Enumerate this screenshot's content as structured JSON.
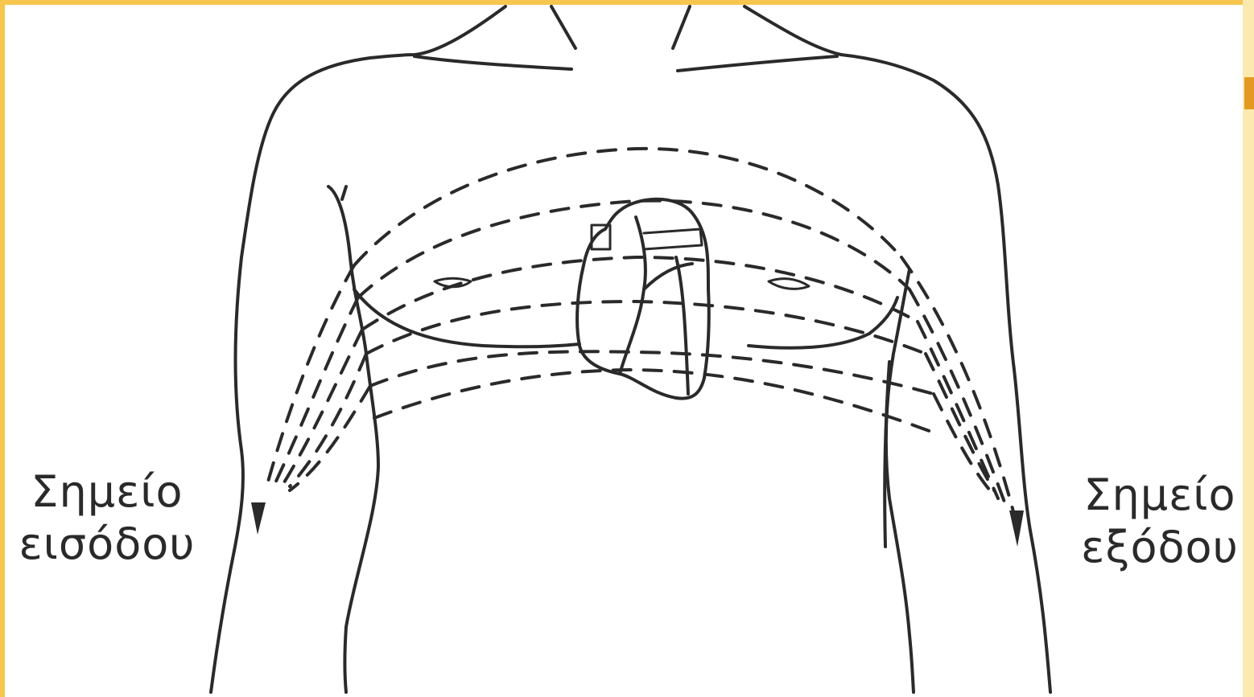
{
  "labels": {
    "entry": {
      "line1": "Σημείο",
      "line2": "εισόδου"
    },
    "exit": {
      "line1": "Σημείο",
      "line2": "εξόδου"
    }
  },
  "icons": [
    "human-torso-outline-icon",
    "heart-icon",
    "dashed-current-path-icon",
    "arrowhead-icon"
  ],
  "colors": {
    "border": "#f6c64e",
    "line": "#2a2a2a",
    "background": "#ffffff"
  }
}
